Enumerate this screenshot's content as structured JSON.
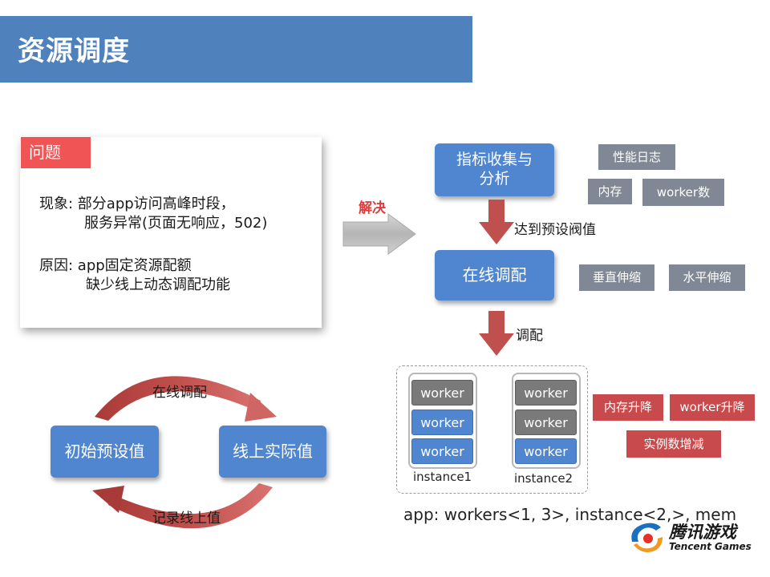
{
  "page": {
    "title": "资源调度"
  },
  "problem": {
    "tag": "问题",
    "phenomenon_line1": "现象: 部分app访问高峰时段，",
    "phenomenon_line2": "服务异常(页面无响应，502)",
    "cause_line1": "原因: app固定资源配额",
    "cause_line2": "缺少线上动态调配功能"
  },
  "solve_label": "解决",
  "flow": {
    "collect": {
      "line1": "指标收集与",
      "line2": "分析"
    },
    "threshold_label": "达到预设阀值",
    "online": "在线调配",
    "adjust_label": "调配"
  },
  "metrics": {
    "perf_log": "性能日志",
    "memory": "内存",
    "worker_count": "worker数"
  },
  "scaling": {
    "vertical": "垂直伸缩",
    "horizontal": "水平伸缩"
  },
  "actions": {
    "mem": "内存升降",
    "worker": "worker升降",
    "instances": "实例数增减"
  },
  "instances": [
    {
      "name": "instance1",
      "workers": [
        {
          "label": "worker",
          "state": "gray"
        },
        {
          "label": "worker",
          "state": "blue"
        },
        {
          "label": "worker",
          "state": "blue"
        }
      ]
    },
    {
      "name": "instance2",
      "workers": [
        {
          "label": "worker",
          "state": "gray"
        },
        {
          "label": "worker",
          "state": "gray"
        },
        {
          "label": "worker",
          "state": "blue"
        }
      ]
    }
  ],
  "cycle": {
    "initial": "初始预设值",
    "actual": "线上实际值",
    "top_label": "在线调配",
    "bottom_label": "记录线上值"
  },
  "formula": "app:  workers<1, 3>, instance<2,>, mem",
  "logo": {
    "cn": "腾讯游戏",
    "en": "Tencent Games"
  },
  "colors": {
    "title_bar": "#4f81bd",
    "box_blue": "#4f86cf",
    "tag_red": "#c94a4c",
    "tag_gray": "#7f8894",
    "arrow_red": "#c0504d"
  }
}
